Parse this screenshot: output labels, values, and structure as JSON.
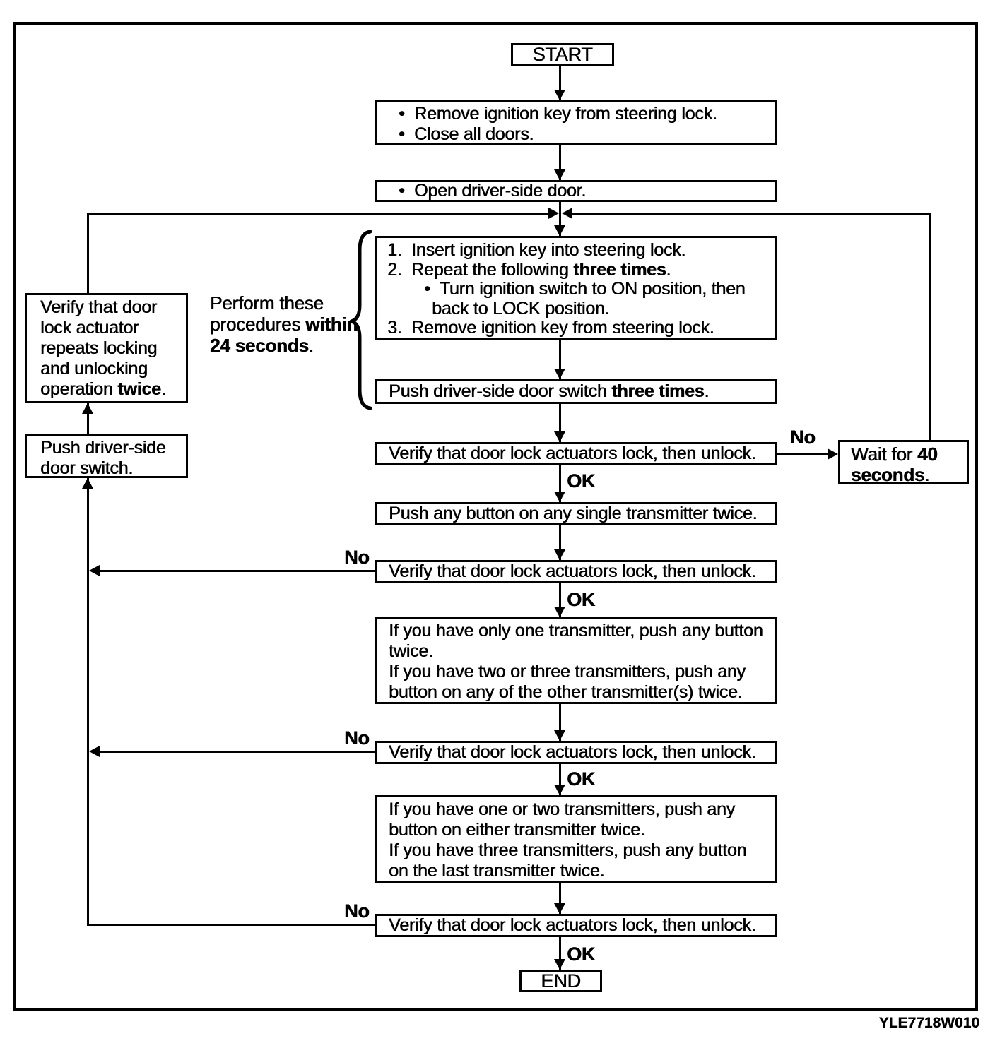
{
  "figure_code": "YLE7718W010",
  "connectors": {
    "no": "No",
    "ok": "OK"
  },
  "nodes": {
    "start": {
      "label": "START"
    },
    "remove_key": {
      "lines": [
        {
          "runs": [
            {
              "t": "•  Remove ignition key from steering lock."
            }
          ]
        },
        {
          "runs": [
            {
              "t": "•  Close all doors."
            }
          ]
        }
      ]
    },
    "open_door": {
      "lines": [
        {
          "runs": [
            {
              "t": "•  Open driver-side door."
            }
          ]
        }
      ]
    },
    "insert_key": {
      "lines": [
        {
          "runs": [
            {
              "t": "1.  Insert ignition key into steering lock."
            }
          ]
        },
        {
          "runs": [
            {
              "t": "2.  Repeat the following "
            },
            {
              "t": "three times",
              "b": true
            },
            {
              "t": "."
            }
          ]
        },
        {
          "ind": 52,
          "runs": [
            {
              "t": "•  Turn ignition switch to ON position, then"
            }
          ]
        },
        {
          "ind": 63,
          "runs": [
            {
              "t": "back to LOCK position."
            }
          ]
        },
        {
          "runs": [
            {
              "t": "3.  Remove ignition key from steering lock."
            }
          ]
        }
      ]
    },
    "push_switch_three": {
      "lines": [
        {
          "runs": [
            {
              "t": "Push driver-side door switch "
            },
            {
              "t": "three times",
              "b": true
            },
            {
              "t": "."
            }
          ]
        }
      ]
    },
    "verify_actuators": {
      "lines": [
        {
          "runs": [
            {
              "t": "Verify that door lock actuators lock, then unlock."
            }
          ]
        }
      ]
    },
    "push_any_button": {
      "lines": [
        {
          "runs": [
            {
              "t": "Push any button on any single transmitter twice."
            }
          ]
        }
      ]
    },
    "if_one_transmitter": {
      "lines": [
        {
          "runs": [
            {
              "t": "If you have only one transmitter, push any button"
            }
          ]
        },
        {
          "runs": [
            {
              "t": "twice."
            }
          ]
        },
        {
          "runs": [
            {
              "t": "If you have two or three transmitters, push any"
            }
          ]
        },
        {
          "runs": [
            {
              "t": "button on any of the other transmitter(s) twice."
            }
          ]
        }
      ]
    },
    "if_one_or_two": {
      "lines": [
        {
          "runs": [
            {
              "t": "If you have one or two transmitters, push any"
            }
          ]
        },
        {
          "runs": [
            {
              "t": "button on either transmitter twice."
            }
          ]
        },
        {
          "runs": [
            {
              "t": "If you have three transmitters, push any button"
            }
          ]
        },
        {
          "runs": [
            {
              "t": "on the last transmitter twice."
            }
          ]
        }
      ]
    },
    "end": {
      "label": "END"
    },
    "verify_repeat": {
      "lines": [
        {
          "runs": [
            {
              "t": "Verify that door"
            }
          ]
        },
        {
          "runs": [
            {
              "t": "lock actuator"
            }
          ]
        },
        {
          "runs": [
            {
              "t": "repeats locking"
            }
          ]
        },
        {
          "runs": [
            {
              "t": "and unlocking"
            }
          ]
        },
        {
          "runs": [
            {
              "t": "operation "
            },
            {
              "t": "twice",
              "b": true
            },
            {
              "t": "."
            }
          ]
        }
      ]
    },
    "push_driver_side": {
      "lines": [
        {
          "runs": [
            {
              "t": "Push driver-side"
            }
          ]
        },
        {
          "runs": [
            {
              "t": "door switch."
            }
          ]
        }
      ]
    },
    "wait_40": {
      "lines": [
        {
          "runs": [
            {
              "t": "Wait for "
            },
            {
              "t": "40",
              "b": true
            }
          ]
        },
        {
          "runs": [
            {
              "t": "seconds",
              "b": true
            },
            {
              "t": "."
            }
          ]
        }
      ]
    },
    "perform_note": {
      "lines": [
        {
          "runs": [
            {
              "t": "Perform these"
            }
          ]
        },
        {
          "runs": [
            {
              "t": "procedures "
            },
            {
              "t": "within",
              "b": true
            }
          ]
        },
        {
          "runs": [
            {
              "t": "24 seconds",
              "b": true
            },
            {
              "t": "."
            }
          ]
        }
      ]
    }
  }
}
